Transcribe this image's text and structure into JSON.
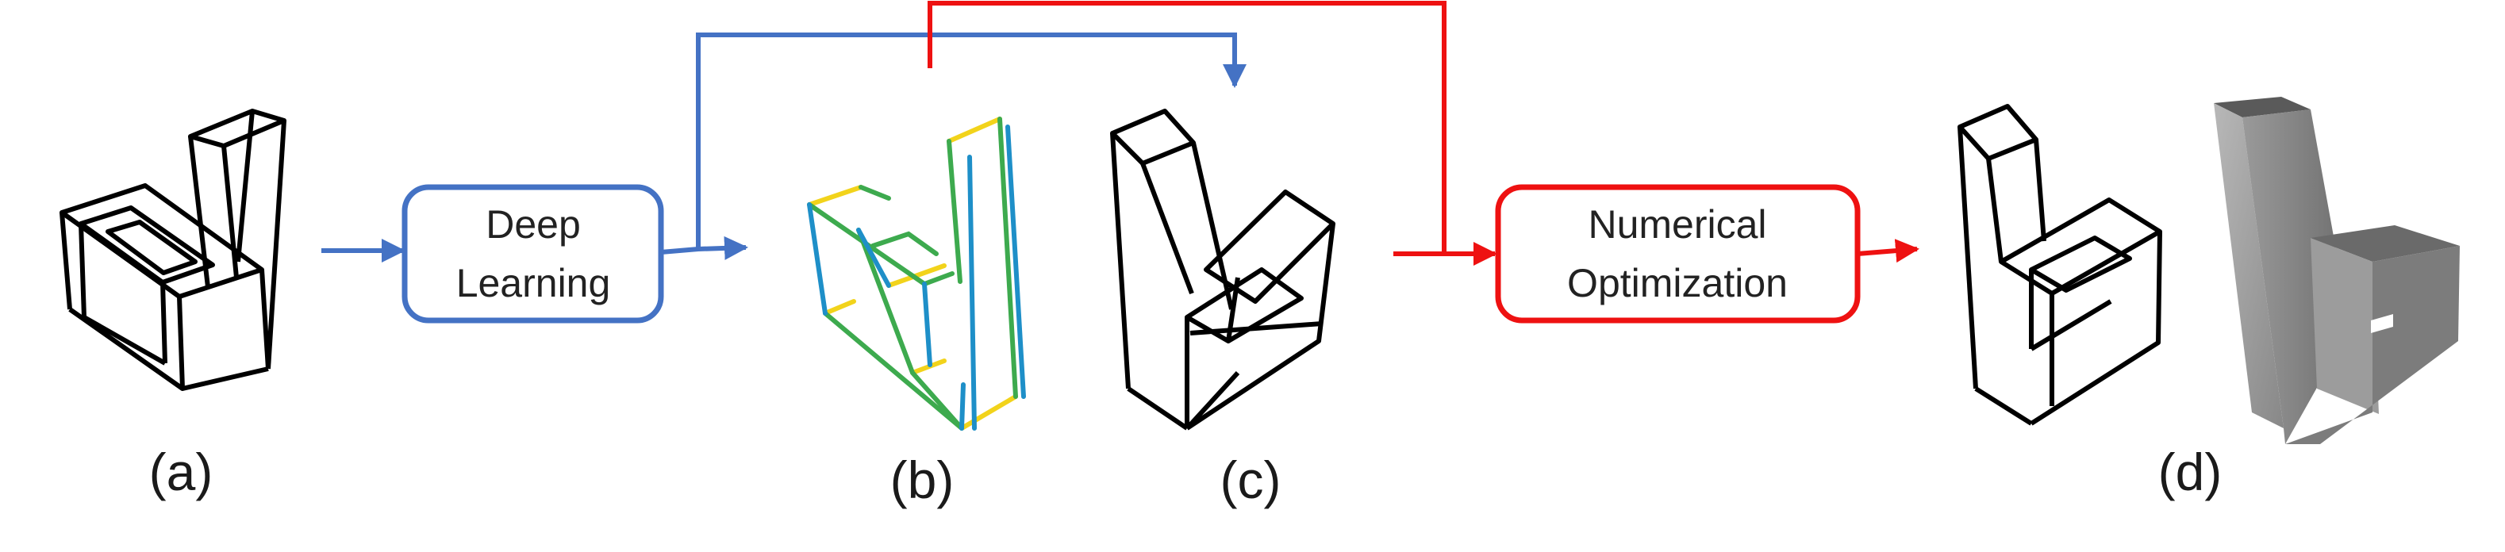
{
  "boxes": {
    "deep_learning": {
      "line1": "Deep",
      "line2": "Learning"
    },
    "numerical_optimization": {
      "line1": "Numerical",
      "line2": "Optimization"
    }
  },
  "captions": {
    "a": "(a)",
    "b": "(b)",
    "c": "(c)",
    "d": "(d)"
  },
  "colors": {
    "blue": "#4472C4",
    "red": "#EE1111",
    "wire": "#000000",
    "edge_yellow": "#F2D31B",
    "edge_green": "#3DAA4E",
    "edge_blue": "#1E8FC8",
    "solid_gray": "#8C8C8C"
  }
}
